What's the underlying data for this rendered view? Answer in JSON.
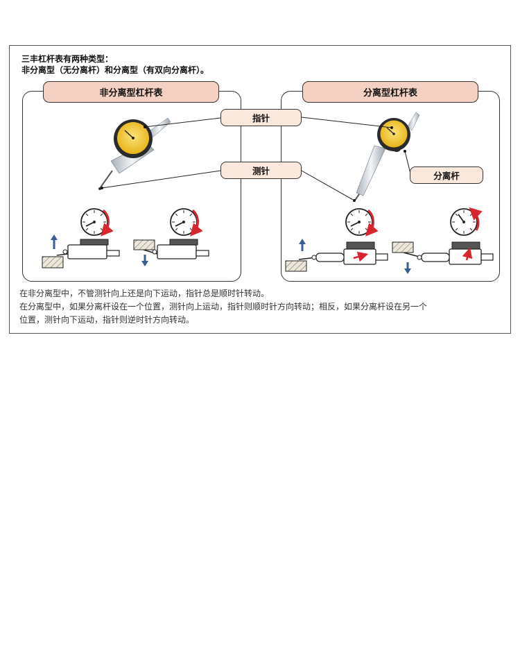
{
  "intro": {
    "line1": "三丰杠杆表有两种类型：",
    "line2": "非分离型（无分离杆）和分离型（有双向分离杆）。"
  },
  "panels": {
    "left_title": "非分离型杠杆表",
    "right_title": "分离型杠杆表"
  },
  "callouts": {
    "pointer": "指针",
    "stylus": "测针",
    "separator": "分离杆"
  },
  "notes": {
    "line1": "在非分离型中，不管测针向上还是向下运动，指针总是顺时针转动。",
    "line2": "在分离型中，如果分离杆设在一个位置，测针向上运动，指针则顺时针方向转动；相反，如果分离杆设在另一个",
    "line3": "位置，测针向下运动，指针则逆时针方向转动。"
  },
  "colors": {
    "pill": "#f4d1c2",
    "pill_light": "#fbe8dd",
    "dial_face": "#f2c531",
    "rotation_arrow": "#d9262e",
    "motion_arrow": "#3a5d92"
  }
}
